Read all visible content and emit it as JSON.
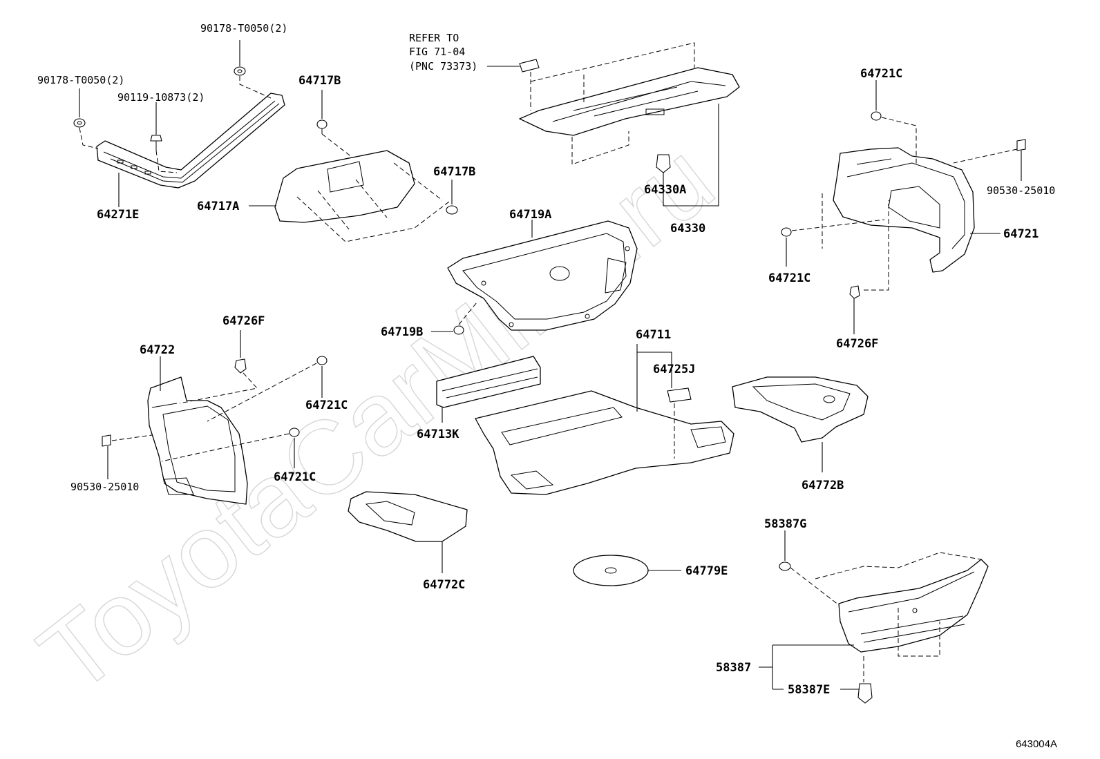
{
  "watermark": "ToyotaCarMine.ru",
  "figure_id": "643004A",
  "refer_note": {
    "line1": "REFER TO",
    "line2": "FIG 71-04",
    "line3": "(PNC 73373)"
  },
  "labels": {
    "p90178_top": "90178-T0050(2)",
    "p90178_left": "90178-T0050(2)",
    "p90119": "90119-10873(2)",
    "p64271E": "64271E",
    "p64717B_a": "64717B",
    "p64717B_b": "64717B",
    "p64717A": "64717A",
    "p64719A": "64719A",
    "p64719B": "64719B",
    "p64330A": "64330A",
    "p64330": "64330",
    "p64721C_top": "64721C",
    "p64721C_mid": "64721C",
    "p64721C_left1": "64721C",
    "p64721C_left2": "64721C",
    "p90530_right": "90530-25010",
    "p90530_left": "90530-25010",
    "p64721": "64721",
    "p64726F_right": "64726F",
    "p64726F_left": "64726F",
    "p64722": "64722",
    "p64711": "64711",
    "p64725J": "64725J",
    "p64713K": "64713K",
    "p64772B": "64772B",
    "p64772C": "64772C",
    "p64779E": "64779E",
    "p58387G": "58387G",
    "p58387": "58387",
    "p58387E": "58387E"
  },
  "colors": {
    "line": "#000000",
    "background": "#ffffff",
    "watermark": "#d8d8d8"
  }
}
